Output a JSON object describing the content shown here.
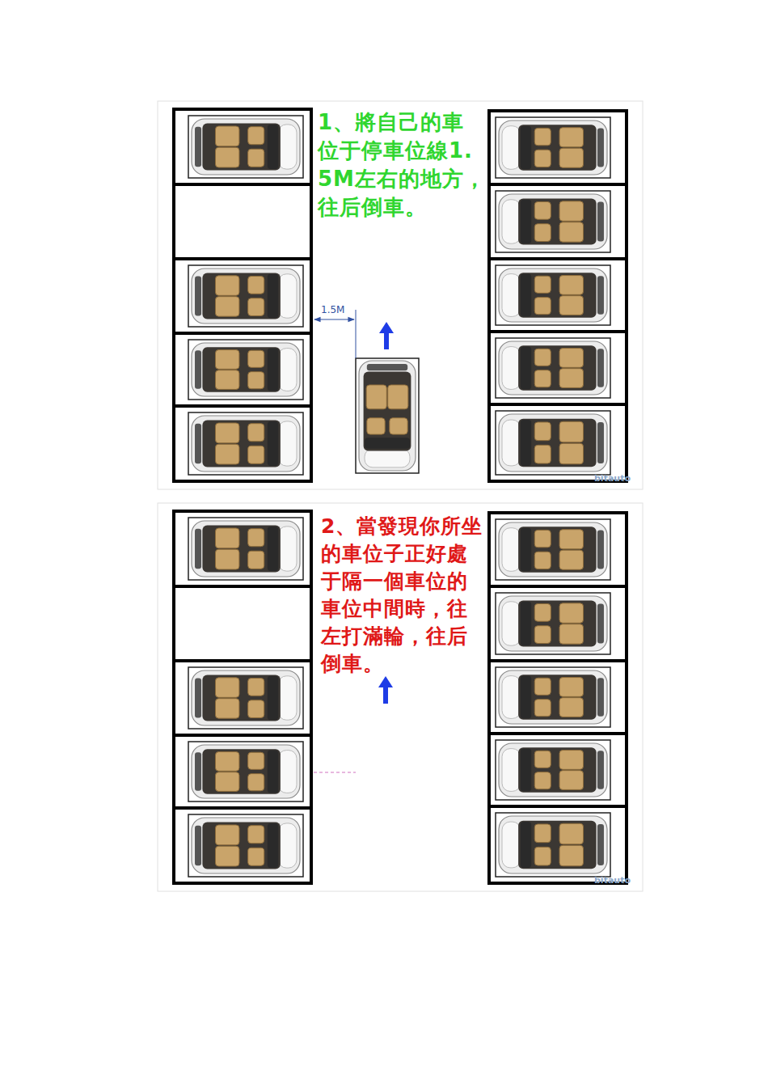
{
  "diagram": {
    "labels": [
      "1、將自己的車位于停車位線1.5M左右的地方，往后倒車。",
      "1.5M",
      "bitauto",
      "2、當發現你所坐的車位子正好處于隔一個車位的車位中間時，往左打滿輪，往后倒車。",
      "bitauto"
    ]
  }
}
